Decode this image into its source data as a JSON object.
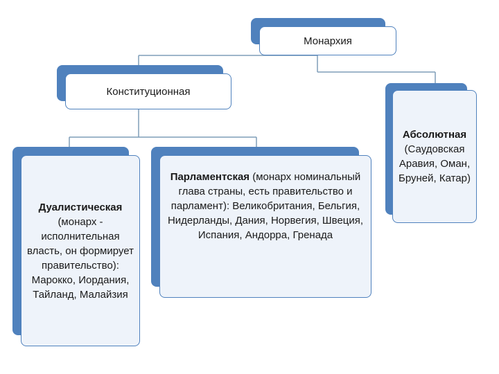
{
  "diagram": {
    "root": {
      "label": "Монархия"
    },
    "constitutional": {
      "label": "Конституционная"
    },
    "absolute": {
      "title": "Абсолютная",
      "text": "(Саудовская Аравия, Оман, Бруней, Катар)"
    },
    "dualistic": {
      "title": "Дуалистическая",
      "text": "(монарх - исполнительная власть, он формирует правительство): Марокко, Иордания, Тайланд, Малайзия"
    },
    "parliamentary": {
      "title": "Парламентская",
      "text": " (монарх номинальный глава страны, есть правительство и парламент): Великобритания, Бельгия, Нидерланды, Дания, Норвегия, Швеция, Испания,  Андорра, Гренада"
    }
  },
  "colors": {
    "accent": "#4f81bd",
    "line": "#7f9db9",
    "panel": "#eef3fa"
  }
}
